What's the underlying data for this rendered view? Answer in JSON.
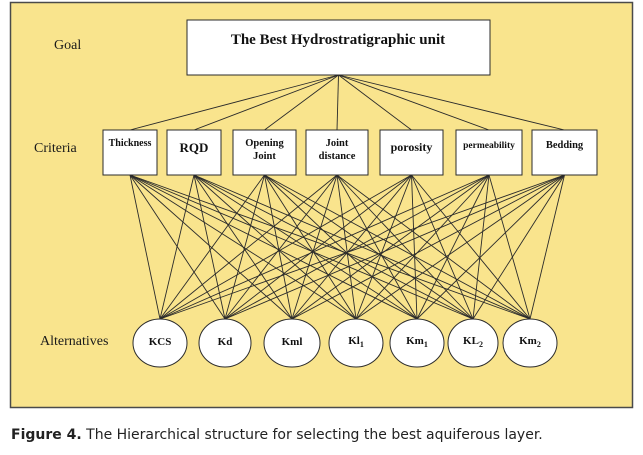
{
  "diagram": {
    "goal_label": "Goal",
    "goal_title": "The Best Hydrostratigraphic unit",
    "criteria_label": "Criteria",
    "alternatives_label": "Alternatives",
    "criteria": [
      {
        "lines": [
          "Thickness"
        ]
      },
      {
        "lines": [
          "RQD"
        ]
      },
      {
        "lines": [
          "Opening",
          "Joint"
        ]
      },
      {
        "lines": [
          "Joint",
          "distance"
        ]
      },
      {
        "lines": [
          "porosity"
        ]
      },
      {
        "lines": [
          "permeability"
        ]
      },
      {
        "lines": [
          "Bedding"
        ]
      }
    ],
    "alternatives": [
      {
        "label": "KCS"
      },
      {
        "label": "Kd"
      },
      {
        "label": "Kml"
      },
      {
        "label": "Kl",
        "sub": "1"
      },
      {
        "label": "Km",
        "sub": "1"
      },
      {
        "label": "KL",
        "sub": "2"
      },
      {
        "label": "Km",
        "sub": "2"
      }
    ]
  },
  "caption": {
    "label": "Figure 4.",
    "text": "The Hierarchical structure for selecting the best aquiferous layer."
  },
  "colors": {
    "diagram_background": "#f9e48d",
    "frame_border": "#4a4a4a",
    "box_fill": "#ffffff",
    "line_color": "#2b2b2b",
    "caption_text": "#222222"
  }
}
